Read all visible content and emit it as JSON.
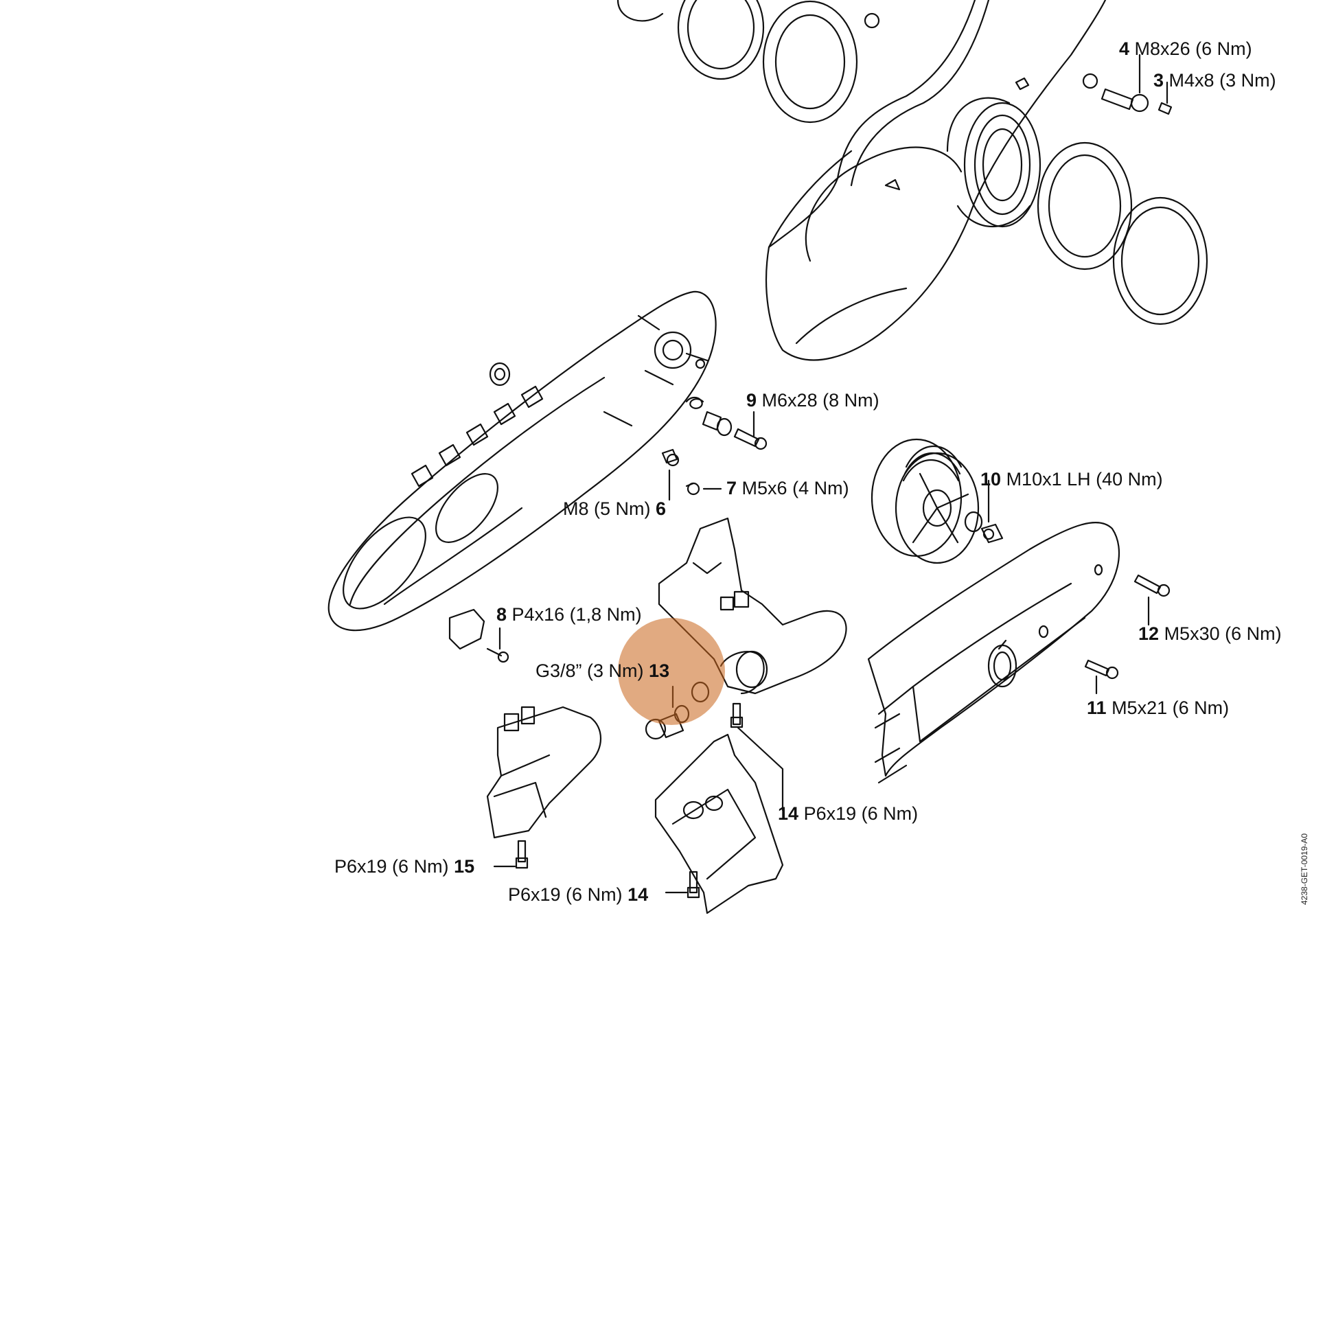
{
  "doc_id": "4238-GET-0019-A0",
  "highlight": {
    "target": "13",
    "color": "#c9661c",
    "opacity": 0.55
  },
  "callouts": [
    {
      "id": "4",
      "num": "4",
      "spec": "M8x26 (6 Nm)"
    },
    {
      "id": "3",
      "num": "3",
      "spec": "M4x8 (3 Nm)"
    },
    {
      "id": "9",
      "num": "9",
      "spec": "M6x28 (8 Nm)"
    },
    {
      "id": "10",
      "num": "10",
      "spec": "M10x1 LH (40 Nm)"
    },
    {
      "id": "7",
      "num": "7",
      "spec": "M5x6 (4 Nm)"
    },
    {
      "id": "6",
      "num": "6",
      "spec": "M8 (5 Nm)"
    },
    {
      "id": "8",
      "num": "8",
      "spec": "P4x16 (1,8 Nm)"
    },
    {
      "id": "12",
      "num": "12",
      "spec": "M5x30 (6 Nm)"
    },
    {
      "id": "13",
      "num": "13",
      "spec": "G3/8” (3 Nm)"
    },
    {
      "id": "11",
      "num": "11",
      "spec": "M5x21 (6 Nm)"
    },
    {
      "id": "14a",
      "num": "14",
      "spec": "P6x19 (6 Nm)"
    },
    {
      "id": "15",
      "num": "15",
      "spec": "P6x19 (6 Nm)"
    },
    {
      "id": "14b",
      "num": "14",
      "spec": "P6x19 (6 Nm)"
    }
  ]
}
